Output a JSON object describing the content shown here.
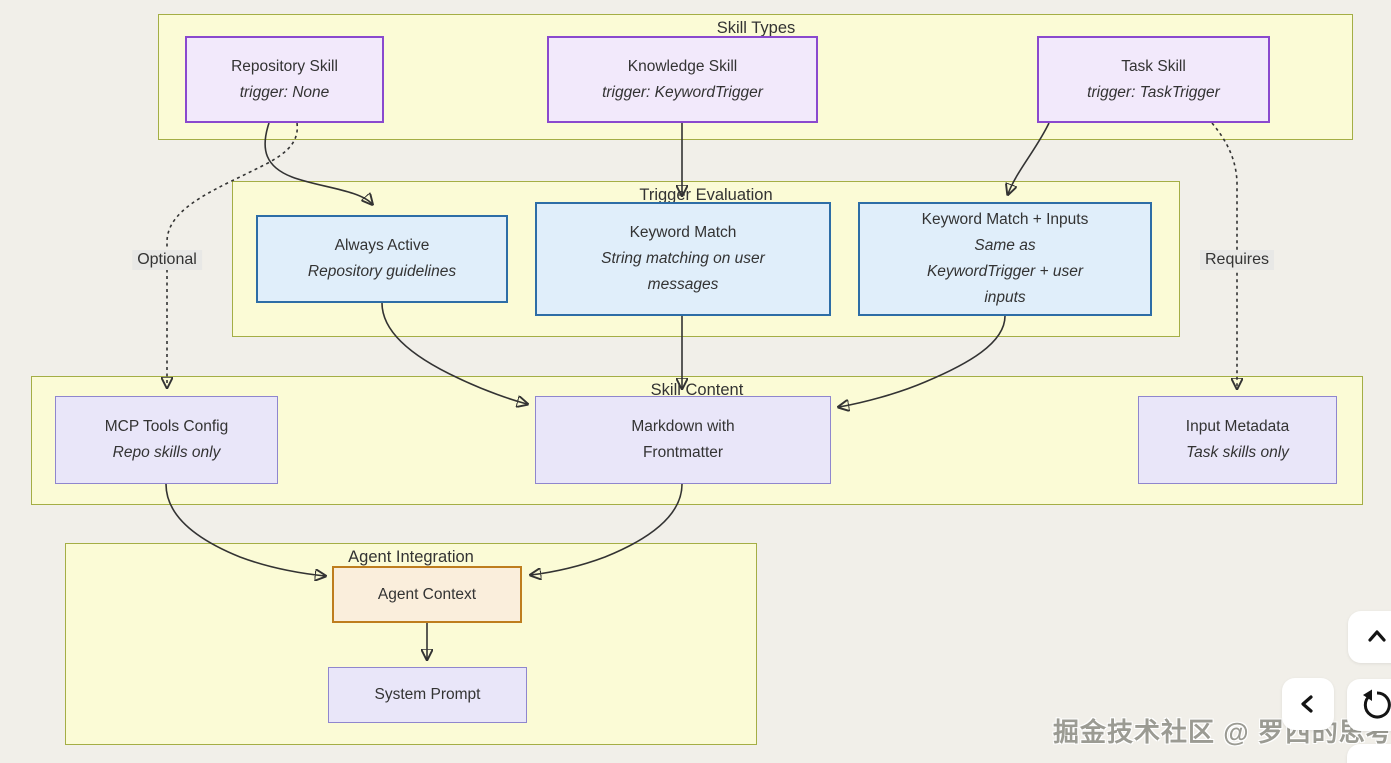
{
  "diagram": {
    "subgraph_labels": {
      "skill_types": "Skill Types",
      "trigger_evaluation": "Trigger Evaluation",
      "skill_content": "Skill Content",
      "agent_integration": "Agent Integration"
    },
    "nodes": {
      "repository_skill": {
        "title": "Repository Skill",
        "subtitle": "trigger: None"
      },
      "knowledge_skill": {
        "title": "Knowledge Skill",
        "subtitle": "trigger: KeywordTrigger"
      },
      "task_skill": {
        "title": "Task Skill",
        "subtitle": "trigger: TaskTrigger"
      },
      "always_active": {
        "title": "Always Active",
        "subtitle": "Repository guidelines"
      },
      "keyword_match": {
        "title": "Keyword Match",
        "subtitle": "String matching on user messages"
      },
      "keyword_match_inputs": {
        "title": "Keyword Match + Inputs",
        "subtitle": "Same as KeywordTrigger + user inputs"
      },
      "mcp_tools_config": {
        "title": "MCP Tools Config",
        "subtitle": "Repo skills only"
      },
      "markdown_frontmatter": {
        "title": "Markdown with Frontmatter"
      },
      "input_metadata": {
        "title": "Input Metadata",
        "subtitle": "Task skills only"
      },
      "agent_context": {
        "title": "Agent Context"
      },
      "system_prompt": {
        "title": "System Prompt"
      }
    },
    "edge_labels": {
      "optional": "Optional",
      "requires": "Requires"
    },
    "colors": {
      "cluster_fill": "#FBFBD6",
      "cluster_border": "#A4AE45",
      "purple_node_fill": "#F2E9FB",
      "purple_node_border": "#8A49CE",
      "blue_node_fill": "#E0EEFA",
      "blue_node_border": "#2D6DA6",
      "lavender_node_fill": "#E9E6F9",
      "lavender_node_border": "#8F86CE",
      "orange_node_fill": "#FAEEDC",
      "orange_node_border": "#BE7D1E",
      "edge_color": "#333333"
    }
  },
  "watermark": {
    "text": "掘金技术社区 @ 罗西的思考"
  },
  "controls": {
    "scroll_up": {
      "icon": "chevron-up-icon"
    },
    "back": {
      "icon": "chevron-left-icon"
    },
    "reset": {
      "icon": "rotate-ccw-icon"
    }
  }
}
